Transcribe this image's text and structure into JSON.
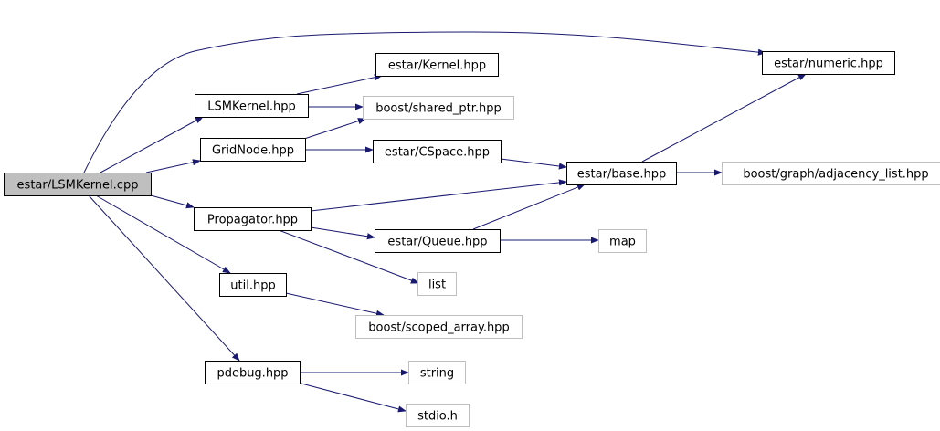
{
  "nodes": {
    "lsmkernel_cpp": {
      "label": "estar/LSMKernel.cpp",
      "kind": "root"
    },
    "lsmkernel_hpp": {
      "label": "LSMKernel.hpp",
      "kind": "documented"
    },
    "gridnode_hpp": {
      "label": "GridNode.hpp",
      "kind": "documented"
    },
    "propagator_hpp": {
      "label": "Propagator.hpp",
      "kind": "documented"
    },
    "util_hpp": {
      "label": "util.hpp",
      "kind": "documented"
    },
    "pdebug_hpp": {
      "label": "pdebug.hpp",
      "kind": "documented"
    },
    "kernel_hpp": {
      "label": "estar/Kernel.hpp",
      "kind": "documented"
    },
    "shared_ptr_hpp": {
      "label": "boost/shared_ptr.hpp",
      "kind": "external"
    },
    "cspace_hpp": {
      "label": "estar/CSpace.hpp",
      "kind": "documented"
    },
    "queue_hpp": {
      "label": "estar/Queue.hpp",
      "kind": "documented"
    },
    "list": {
      "label": "list",
      "kind": "external"
    },
    "scoped_array_hpp": {
      "label": "boost/scoped_array.hpp",
      "kind": "external"
    },
    "string": {
      "label": "string",
      "kind": "external"
    },
    "stdio_h": {
      "label": "stdio.h",
      "kind": "external"
    },
    "numeric_hpp": {
      "label": "estar/numeric.hpp",
      "kind": "documented"
    },
    "base_hpp": {
      "label": "estar/base.hpp",
      "kind": "documented"
    },
    "adjacency_list_hpp": {
      "label": "boost/graph/adjacency_list.hpp",
      "kind": "external"
    },
    "map": {
      "label": "map",
      "kind": "external"
    }
  },
  "edges": [
    {
      "from": "lsmkernel_cpp",
      "to": "lsmkernel_hpp"
    },
    {
      "from": "lsmkernel_cpp",
      "to": "gridnode_hpp"
    },
    {
      "from": "lsmkernel_cpp",
      "to": "propagator_hpp"
    },
    {
      "from": "lsmkernel_cpp",
      "to": "util_hpp"
    },
    {
      "from": "lsmkernel_cpp",
      "to": "pdebug_hpp"
    },
    {
      "from": "lsmkernel_cpp",
      "to": "numeric_hpp"
    },
    {
      "from": "lsmkernel_hpp",
      "to": "kernel_hpp"
    },
    {
      "from": "lsmkernel_hpp",
      "to": "shared_ptr_hpp"
    },
    {
      "from": "gridnode_hpp",
      "to": "shared_ptr_hpp"
    },
    {
      "from": "gridnode_hpp",
      "to": "cspace_hpp"
    },
    {
      "from": "cspace_hpp",
      "to": "base_hpp"
    },
    {
      "from": "base_hpp",
      "to": "numeric_hpp"
    },
    {
      "from": "base_hpp",
      "to": "adjacency_list_hpp"
    },
    {
      "from": "propagator_hpp",
      "to": "base_hpp"
    },
    {
      "from": "propagator_hpp",
      "to": "queue_hpp"
    },
    {
      "from": "propagator_hpp",
      "to": "list"
    },
    {
      "from": "queue_hpp",
      "to": "base_hpp"
    },
    {
      "from": "queue_hpp",
      "to": "map"
    },
    {
      "from": "util_hpp",
      "to": "scoped_array_hpp"
    },
    {
      "from": "pdebug_hpp",
      "to": "string"
    },
    {
      "from": "pdebug_hpp",
      "to": "stdio_h"
    }
  ],
  "colors": {
    "edge": "#191970",
    "documented_border": "#000000",
    "external_border": "#bfbfbf",
    "root_fill": "#bfbfbf",
    "node_fill": "#ffffff",
    "text": "#000000"
  }
}
